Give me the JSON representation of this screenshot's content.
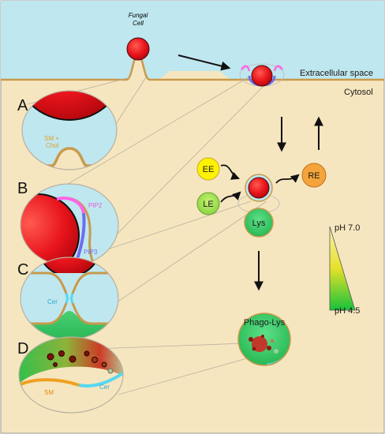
{
  "labels": {
    "fungal_cell": "Fungal\nCell",
    "extracellular": "Extracellular space",
    "cytosol": "Cytosol",
    "ee": "EE",
    "le": "LE",
    "re": "RE",
    "lys": "Lys",
    "phago_lys": "Phago-Lys",
    "ph_high": "pH 7.0",
    "ph_low": "pH 4.5"
  },
  "panels": {
    "a": {
      "letter": "A",
      "lipid": "SM +\nChol"
    },
    "b": {
      "letter": "B",
      "lipid1": "PIP2",
      "lipid2": "PIP3"
    },
    "c": {
      "letter": "C",
      "lipid": "Cer"
    },
    "d": {
      "letter": "D",
      "lipid1": "SM",
      "lipid2": "Cer"
    }
  },
  "colors": {
    "extracellular": "#bfe7ef",
    "cytosol": "#f6e6bf",
    "membrane": "#c89a4c",
    "fungus": "#e8141c",
    "ee": "#fff200",
    "le": "#9be35a",
    "lys": "#3cc96a",
    "re": "#f4a43a",
    "pip2": "#ff66e8",
    "pip3": "#6f6cf0",
    "cer": "#55d8f0",
    "sm": "#f0a020"
  }
}
